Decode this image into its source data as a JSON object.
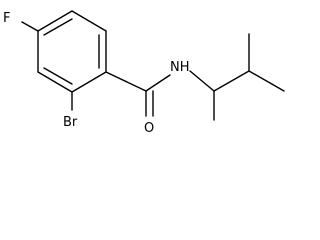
{
  "molecule": {
    "atoms": {
      "fluorine": "F",
      "bromine": "Br",
      "nitrogen_hydrogen": "NH",
      "oxygen": "O"
    }
  },
  "colors": {
    "bond": "#000000",
    "label": "#000000",
    "background": "#ffffff"
  }
}
